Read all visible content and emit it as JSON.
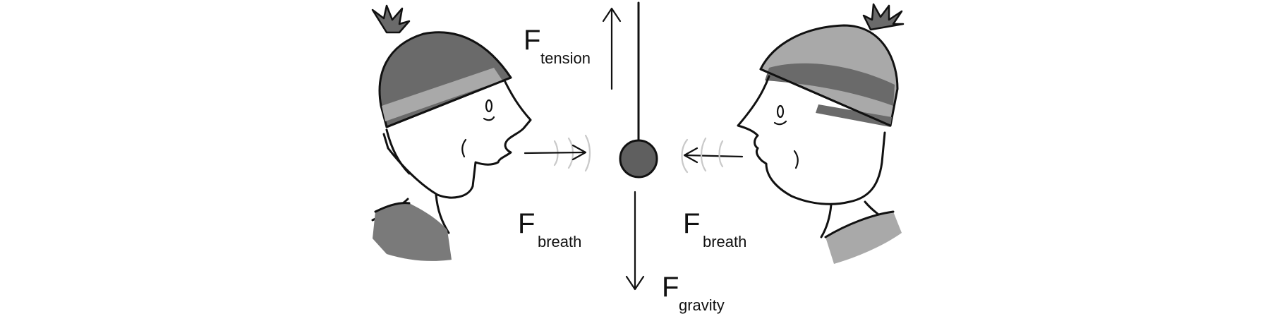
{
  "labels": {
    "tension": {
      "main": "F",
      "sub": "tension"
    },
    "breath_left": {
      "main": "F",
      "sub": "breath"
    },
    "breath_right": {
      "main": "F",
      "sub": "breath"
    },
    "gravity": {
      "main": "F",
      "sub": "gravity"
    }
  },
  "colors": {
    "ink": "#111111",
    "ball": "#5f5f5f",
    "hat_dark": "#6a6a6a",
    "hat_light": "#a9a9a9",
    "scarf": "#7a7a7a",
    "waves": "#c9c9c9"
  }
}
